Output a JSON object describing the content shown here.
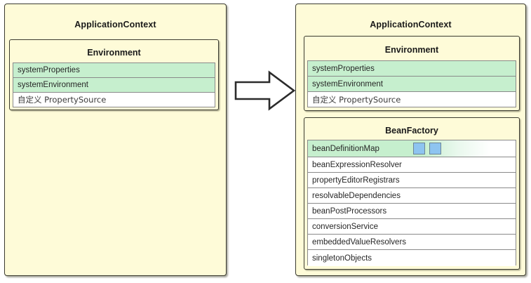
{
  "diagram": {
    "title_left": "ApplicationContext",
    "title_right": "ApplicationContext",
    "arrow_icon": "right-block-arrow-icon",
    "colors": {
      "panel_fill": "#FEFBD8",
      "panel_border": "#3B3B2F",
      "row_fill": "#FFFFFF",
      "row_border": "#8A8A8A",
      "highlight_green": "#C6EFCE",
      "marker_blue": "#8EC4F0",
      "marker_blue_border": "#6D8596",
      "text": "#262626"
    }
  },
  "left_panel": {
    "title": "ApplicationContext",
    "environment": {
      "title": "Environment",
      "rows": [
        {
          "label": "systemProperties",
          "highlight": "green"
        },
        {
          "label": "systemEnvironment",
          "highlight": "green"
        },
        {
          "label": "自定义 PropertySource",
          "highlight": "none"
        }
      ]
    }
  },
  "right_panel": {
    "title": "ApplicationContext",
    "environment": {
      "title": "Environment",
      "rows": [
        {
          "label": "systemProperties",
          "highlight": "green"
        },
        {
          "label": "systemEnvironment",
          "highlight": "green"
        },
        {
          "label": "自定义 PropertySource",
          "highlight": "none"
        }
      ]
    },
    "bean_factory": {
      "title": "BeanFactory",
      "rows": [
        {
          "label": "beanDefinitionMap",
          "highlight": "gradient-green",
          "markers": 2
        },
        {
          "label": "beanExpressionResolver",
          "highlight": "none",
          "markers": 0
        },
        {
          "label": "propertyEditorRegistrars",
          "highlight": "none",
          "markers": 0
        },
        {
          "label": "resolvableDependencies",
          "highlight": "none",
          "markers": 0
        },
        {
          "label": "beanPostProcessors",
          "highlight": "none",
          "markers": 0
        },
        {
          "label": "conversionService",
          "highlight": "none",
          "markers": 0
        },
        {
          "label": "embeddedValueResolvers",
          "highlight": "none",
          "markers": 0
        },
        {
          "label": "singletonObjects",
          "highlight": "none",
          "markers": 0
        }
      ]
    }
  }
}
